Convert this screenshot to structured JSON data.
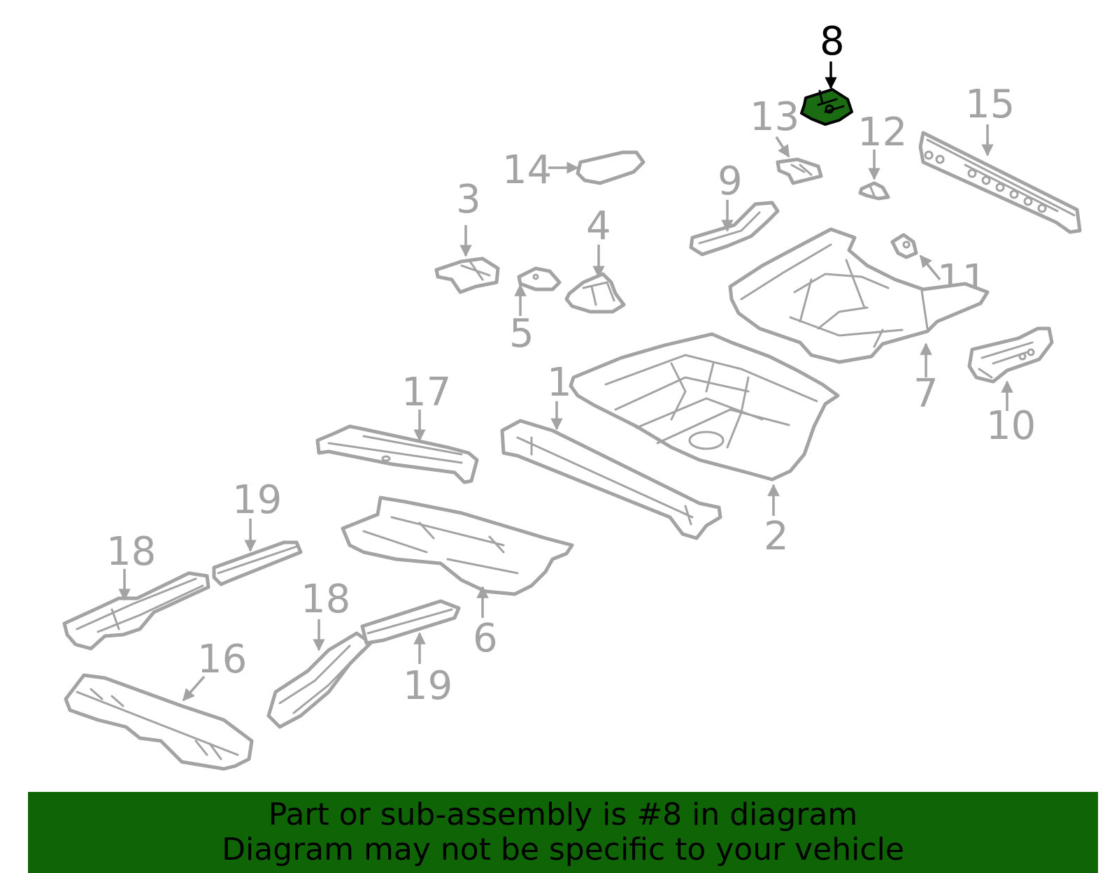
{
  "callouts": {
    "c1": "1",
    "c2": "2",
    "c3": "3",
    "c4": "4",
    "c5": "5",
    "c6": "6",
    "c7": "7",
    "c8": "8",
    "c9": "9",
    "c10": "10",
    "c11": "11",
    "c12": "12",
    "c13": "13",
    "c14": "14",
    "c15": "15",
    "c16": "16",
    "c17": "17",
    "c18a": "18",
    "c18b": "18",
    "c19a": "19",
    "c19b": "19"
  },
  "highlight_part": "8",
  "colors": {
    "highlight_fill": "#1a6b12",
    "banner_bg": "#0f6406",
    "part_line": "#a3a3a3"
  },
  "banner": {
    "line1": "Part or sub-assembly is #8 in diagram",
    "line2": "Diagram may not be specific to your vehicle"
  }
}
